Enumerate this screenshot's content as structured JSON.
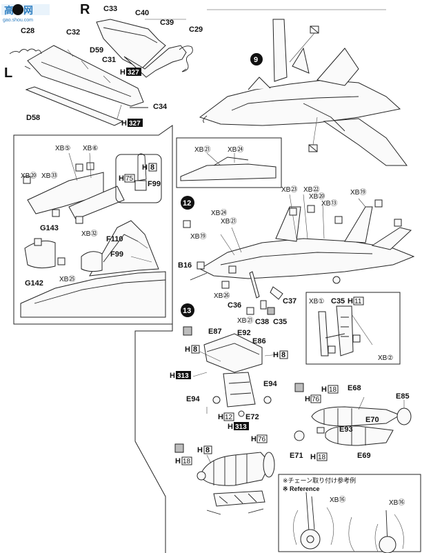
{
  "watermark": {
    "logo_text": "高手网",
    "url": "gao.shou.com"
  },
  "side_markers": {
    "right": "R",
    "left": "L"
  },
  "steps": [
    {
      "number": "9"
    },
    {
      "number": "12"
    },
    {
      "number": "13"
    }
  ],
  "parts_top": [
    "C33",
    "C40",
    "C39",
    "C29",
    "C28",
    "C32",
    "D59",
    "C31",
    "C34",
    "D58"
  ],
  "paint_refs": {
    "h327_a": "327",
    "h327_b": "327",
    "h313_a": "313",
    "h313_b": "313"
  },
  "cockpit_parts": [
    "XB⑤",
    "XB⑥",
    "XB⑳",
    "XB㉝",
    "H",
    "8",
    "H",
    "75",
    "F99",
    "G143",
    "XB㉜",
    "F110",
    "F99",
    "G142",
    "XB㉕"
  ],
  "inset_parts": [
    "XB㉑",
    "XB㉔"
  ],
  "step12_parts": [
    "XB㉓",
    "XB㉒",
    "XB⑳",
    "XB⑬",
    "XB⑲",
    "XB㉔",
    "XB㉑",
    "XB⑲",
    "B16",
    "XB㉖",
    "C36",
    "XB㉑",
    "C38",
    "C35",
    "C37"
  ],
  "c35_detail": [
    "XB①",
    "C35",
    "H",
    "11",
    "XB②"
  ],
  "step13_parts": [
    "E87",
    "E92",
    "E86",
    "H",
    "8",
    "H",
    "8",
    "H",
    "E94",
    "E94",
    "H",
    "12",
    "E72",
    "H"
  ],
  "engine_parts": [
    "H",
    "18",
    "E68",
    "E85",
    "H",
    "76",
    "E70",
    "E93",
    "E71",
    "H",
    "18",
    "E69"
  ],
  "engine2_parts": [
    "H",
    "18",
    "H",
    "8",
    "H",
    "76"
  ],
  "reference": {
    "title_jp": "※チェーン取り付け参考例",
    "title_en": "※ Reference",
    "parts": [
      "XB⑯",
      "XB⑯"
    ]
  }
}
